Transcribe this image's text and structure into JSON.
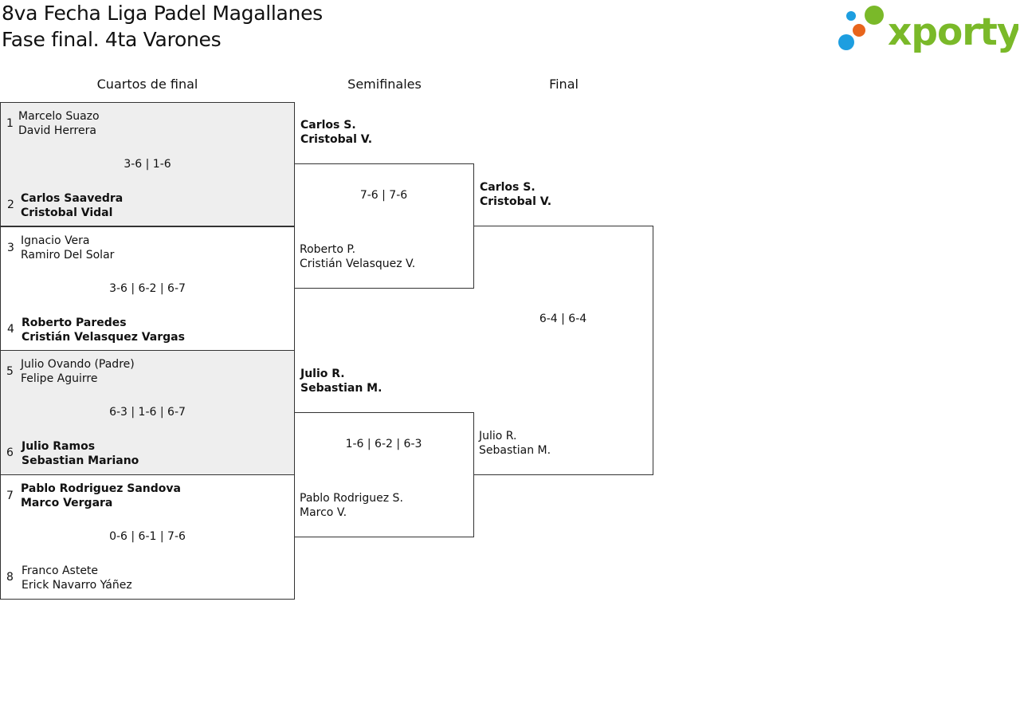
{
  "header": {
    "title_line1": "8va Fecha Liga Padel Magallanes",
    "title_line2": "Fase final. 4ta Varones",
    "logo_text": "xporty",
    "logo_colors": {
      "green": "#7ab929",
      "blue": "#1d9ee0",
      "orange": "#e8651c"
    }
  },
  "rounds": {
    "quarterfinals": "Cuartos de final",
    "semifinals": "Semifinales",
    "final": "Final"
  },
  "quarterfinals": [
    {
      "score": "3-6 | 1-6",
      "team_a": {
        "seed": "1",
        "p1": "Marcelo Suazo",
        "p2": "David Herrera",
        "winner": false
      },
      "team_b": {
        "seed": "2",
        "p1": "Carlos Saavedra",
        "p2": "Cristobal Vidal",
        "winner": true
      }
    },
    {
      "score": "3-6 | 6-2 | 6-7",
      "team_a": {
        "seed": "3",
        "p1": "Ignacio Vera",
        "p2": "Ramiro Del Solar",
        "winner": false
      },
      "team_b": {
        "seed": "4",
        "p1": "Roberto Paredes",
        "p2": "Cristián Velasquez Vargas",
        "winner": true
      }
    },
    {
      "score": "6-3 | 1-6 | 6-7",
      "team_a": {
        "seed": "5",
        "p1": "Julio Ovando (Padre)",
        "p2": "Felipe Aguirre",
        "winner": false
      },
      "team_b": {
        "seed": "6",
        "p1": "Julio Ramos",
        "p2": "Sebastian Mariano",
        "winner": true
      }
    },
    {
      "score": "0-6 | 6-1 | 7-6",
      "team_a": {
        "seed": "7",
        "p1": "Pablo Rodriguez Sandova",
        "p2": "Marco Vergara",
        "winner": true
      },
      "team_b": {
        "seed": "8",
        "p1": "Franco Astete",
        "p2": "Erick Navarro Yáñez",
        "winner": false
      }
    }
  ],
  "semifinals": [
    {
      "score": "7-6 | 7-6",
      "team_a": {
        "p1": "Carlos S.",
        "p2": "Cristobal V.",
        "winner": true
      },
      "team_b": {
        "p1": "Roberto P.",
        "p2": "Cristián Velasquez V.",
        "winner": false
      }
    },
    {
      "score": "1-6 | 6-2 | 6-3",
      "team_a": {
        "p1": "Julio R.",
        "p2": "Sebastian M.",
        "winner": true
      },
      "team_b": {
        "p1": "Pablo Rodriguez S.",
        "p2": "Marco V.",
        "winner": false
      }
    }
  ],
  "final": {
    "score": "6-4 | 6-4",
    "team_a": {
      "p1": "Carlos S.",
      "p2": "Cristobal V.",
      "winner": true
    },
    "team_b": {
      "p1": "Julio R.",
      "p2": "Sebastian M.",
      "winner": false
    }
  }
}
